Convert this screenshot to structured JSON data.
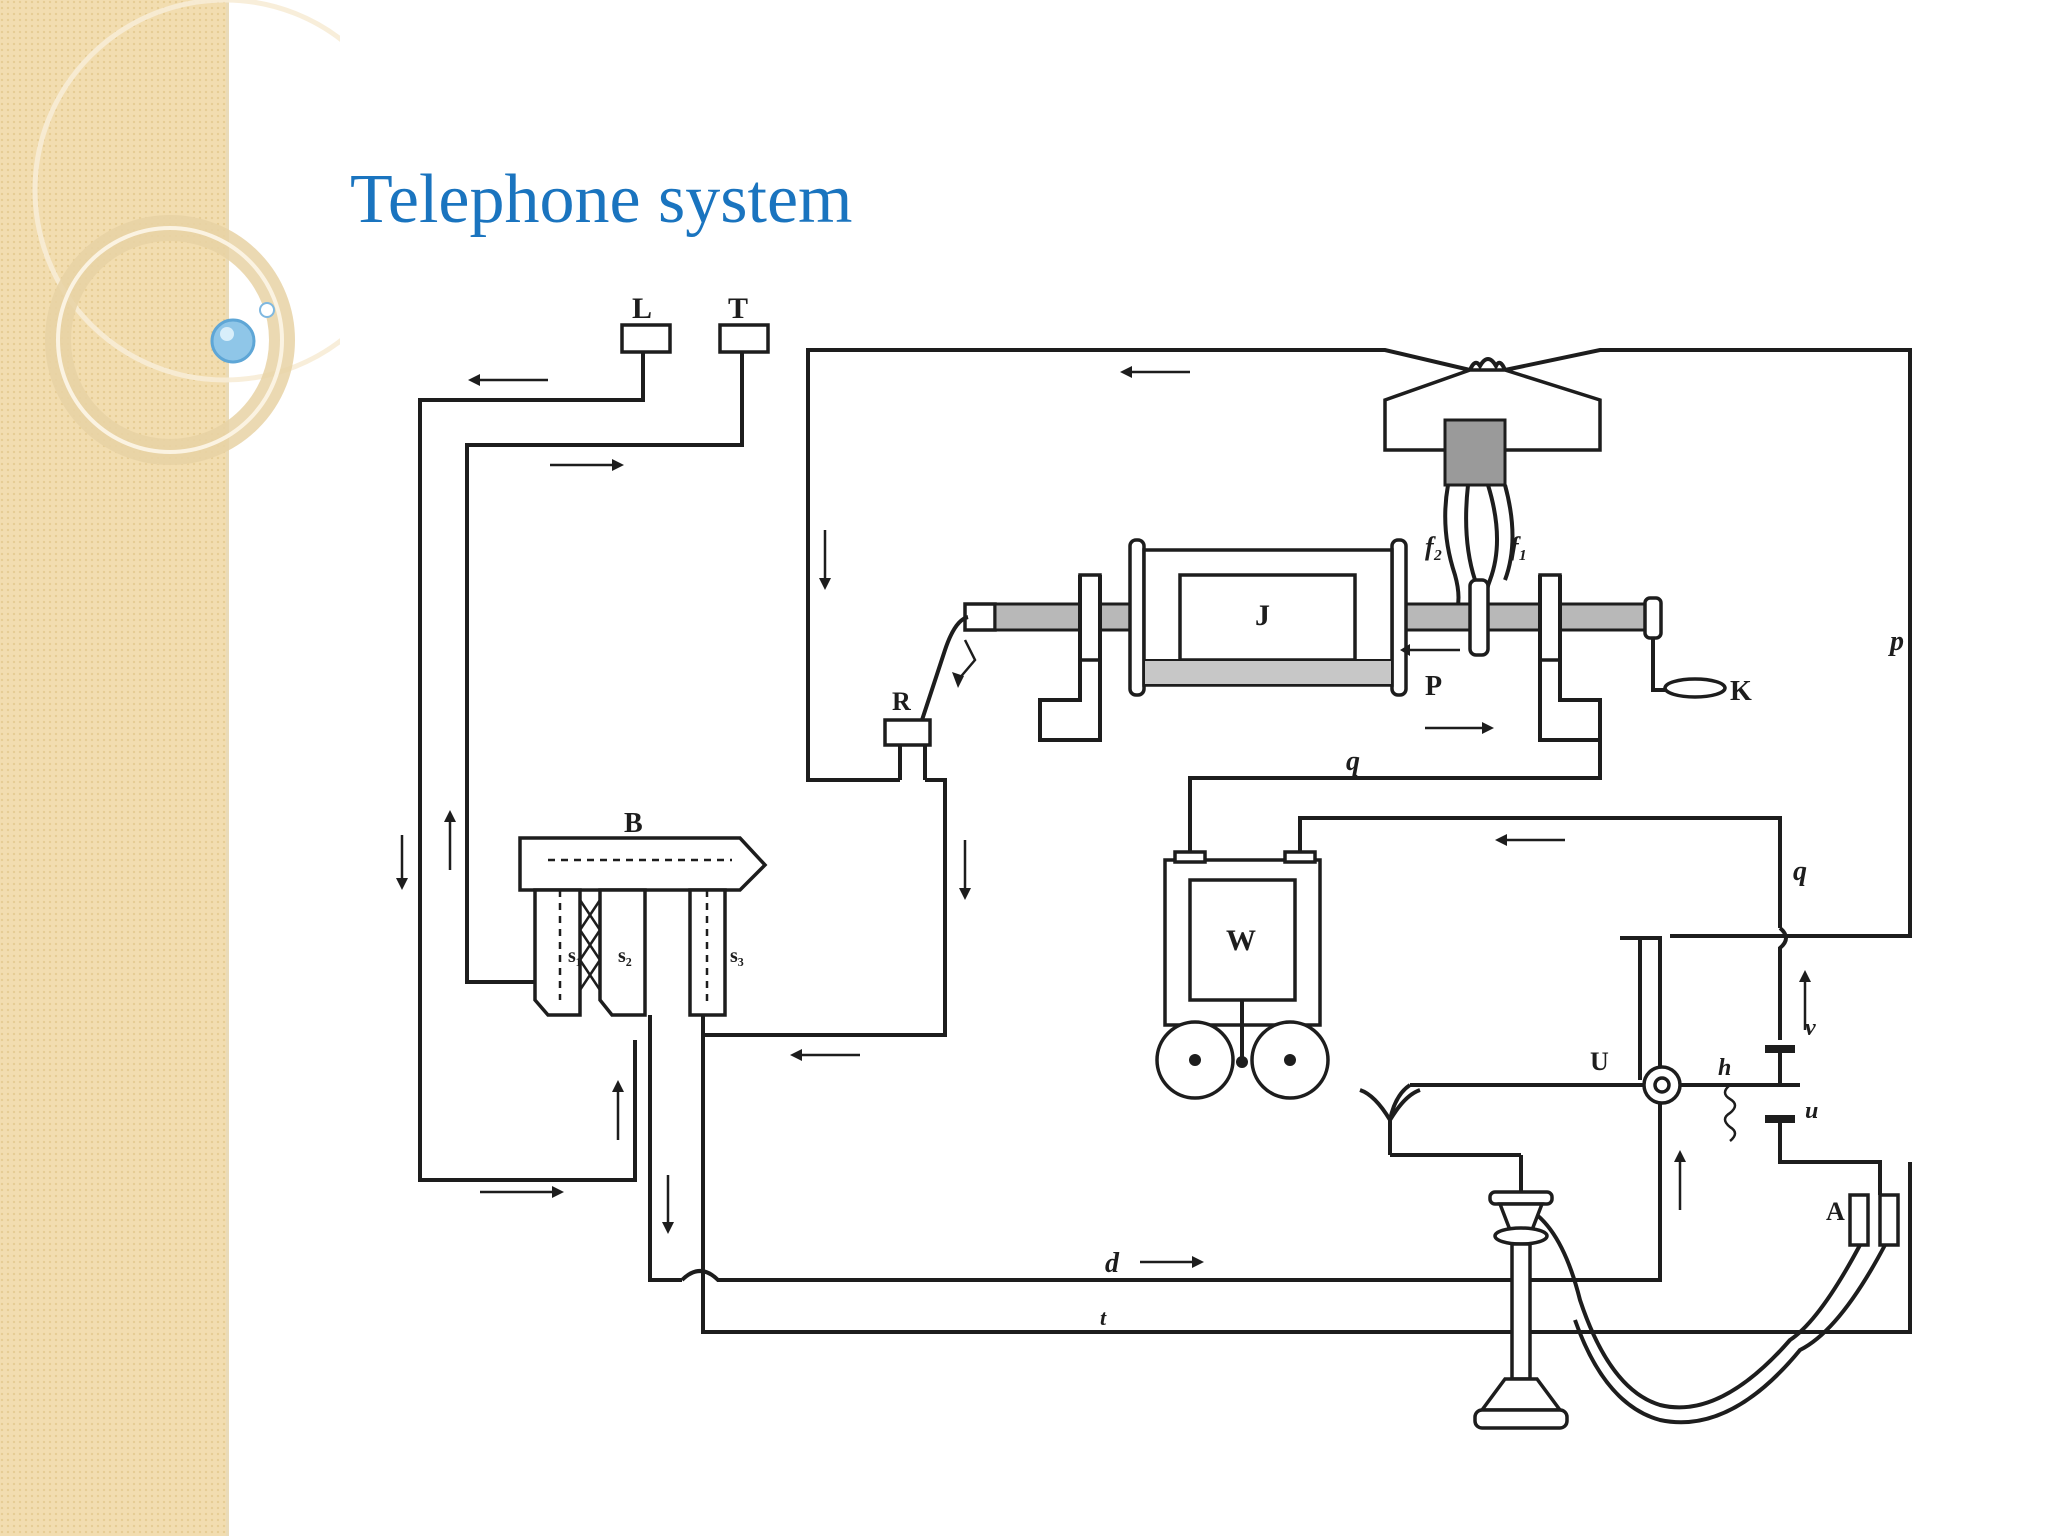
{
  "slide": {
    "title": "Telephone system"
  },
  "theme": {
    "title_color": "#1a74bf",
    "sidebar_color": "#f2ddb0",
    "bullet_color": "#8fc6e8"
  },
  "diagram": {
    "labels": {
      "L": "L",
      "T": "T",
      "J": "J",
      "P": "P",
      "K": "K",
      "R": "R",
      "B": "B",
      "W": "W",
      "U": "U",
      "A": "A",
      "f1": "f₁",
      "f2": "f₂",
      "s1": "s₁",
      "s2": "s₂",
      "s3": "s₃",
      "p": "p",
      "q_top": "q",
      "q_right": "q",
      "d": "d",
      "t": "t",
      "h": "h",
      "v": "v",
      "u": "u"
    }
  }
}
